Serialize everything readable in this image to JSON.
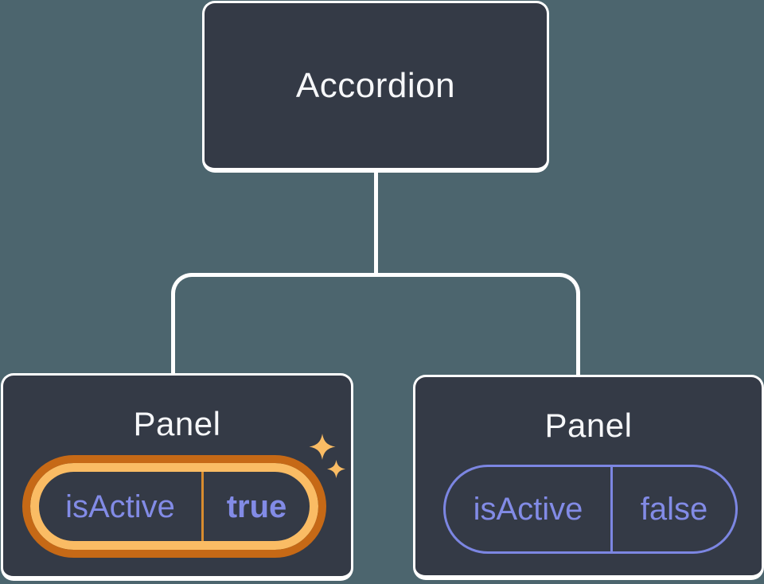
{
  "diagram": {
    "root": {
      "label": "Accordion"
    },
    "children": [
      {
        "label": "Panel",
        "state": {
          "name": "isActive",
          "value": "true"
        },
        "active": true,
        "highlight": {
          "icon": "sparkles",
          "color": "#FABC64"
        }
      },
      {
        "label": "Panel",
        "state": {
          "name": "isActive",
          "value": "false"
        },
        "active": false
      }
    ]
  },
  "colors": {
    "background": "#4C656E",
    "node_fill": "#343A46",
    "node_border": "#FFFFFF",
    "title_text": "#F6F7F9",
    "state_text": "#828BE6",
    "active_ring_outer": "#C66916",
    "active_ring_inner": "#FABC64",
    "active_divider": "#D88C2F",
    "inactive_outline": "#7C86E2",
    "sparkle": "#FABC64",
    "connector": "#FFFFFF"
  }
}
